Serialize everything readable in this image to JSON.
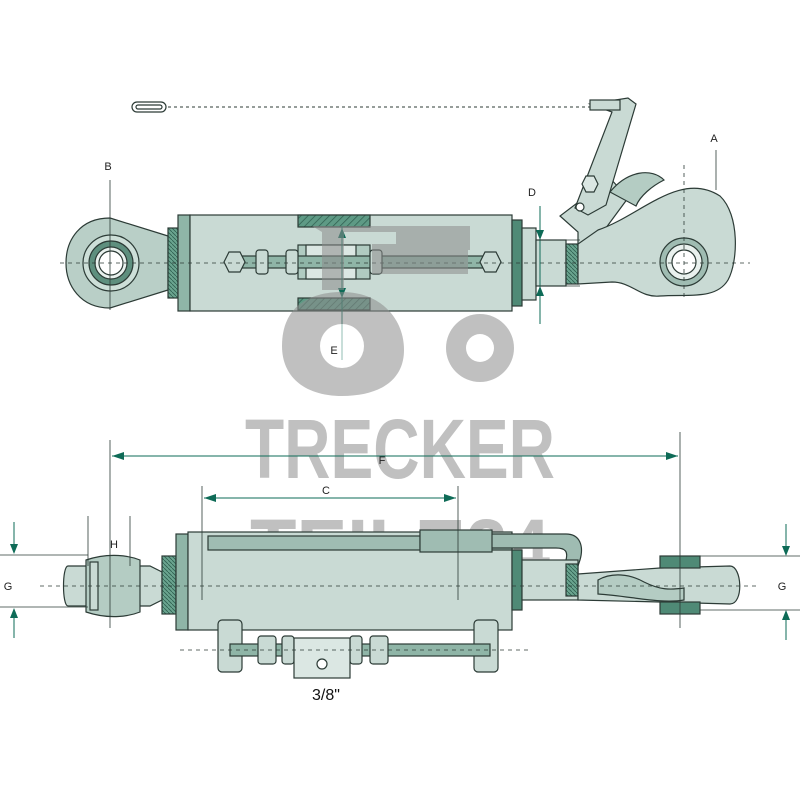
{
  "watermark": {
    "line1": "TRECKER",
    "line2": "TEILE24",
    "icon": "tractor-icon"
  },
  "labels": {
    "A": "A",
    "B": "B",
    "C": "C",
    "D": "D",
    "E": "E",
    "F": "F",
    "G_left": "G",
    "G_right": "G",
    "H": "H"
  },
  "thread_size": "3/8\"",
  "colors": {
    "body": "#c9dad4",
    "body_dark": "#9fbcb2",
    "band": "#4f8a76",
    "outline": "#2c3b36",
    "arrow": "#0e6b57",
    "watermark": "#8d8d8d"
  }
}
